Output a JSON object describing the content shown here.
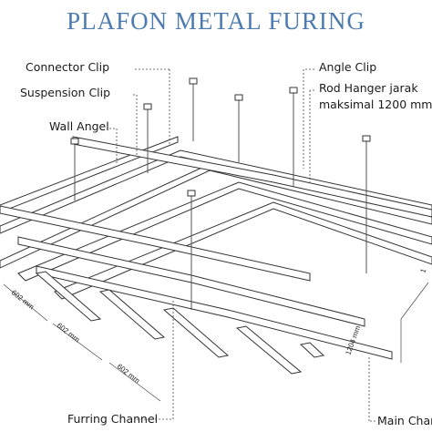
{
  "title": "PLAFON METAL FURING",
  "callouts": {
    "connector_clip": "Connector Clip",
    "suspension_clip": "Suspension Clip",
    "wall_angel": "Wall Angel",
    "angle_clip": "Angle Clip",
    "rod_hanger_line1": "Rod Hanger jarak",
    "rod_hanger_line2": "maksimal 1200 mm",
    "furring_channel": "Furring Channel",
    "main_channel": "Main Chan"
  },
  "dimensions": {
    "d1": "602 mm",
    "d2": "602 mm",
    "d3": "602 mm",
    "d4": "1204 mm",
    "d5": "1"
  },
  "colors": {
    "title": "#4d7bb0",
    "line": "#333333",
    "frame_fill": "#ffffff"
  }
}
